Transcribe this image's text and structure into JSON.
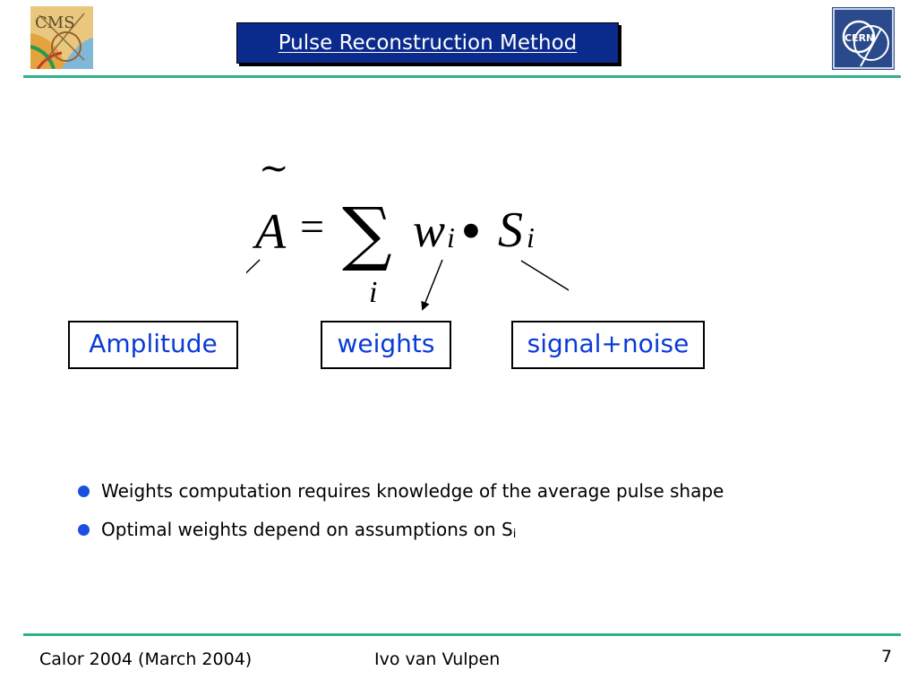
{
  "header": {
    "title": "Pulse Reconstruction Method",
    "left_logo": {
      "icon": "cms-logo-icon",
      "text": "CMS"
    },
    "right_logo": {
      "icon": "cern-logo-icon",
      "text": "CERN"
    },
    "rule_color": "#2fb28c",
    "title_box_color": "#0a2a8c"
  },
  "formula": {
    "lhs_letter": "A",
    "lhs_accent": "~",
    "equals": "=",
    "sum_symbol": "∑",
    "sum_index": "i",
    "weight_letter": "w",
    "weight_subscript": "i",
    "operator": "•",
    "signal_letter": "S",
    "signal_subscript": "i"
  },
  "labels": {
    "amplitude": "Amplitude",
    "weights": "weights",
    "signal_noise": "signal+noise",
    "color": "#0a3bd6"
  },
  "bullets": [
    {
      "text": "Weights computation requires knowledge of the average pulse shape",
      "subscript": ""
    },
    {
      "text": "Optimal weights depend on assumptions on S",
      "subscript": "i"
    }
  ],
  "footer": {
    "left": "Calor 2004 (March 2004)",
    "center": "Ivo van Vulpen",
    "page_number": "7"
  }
}
